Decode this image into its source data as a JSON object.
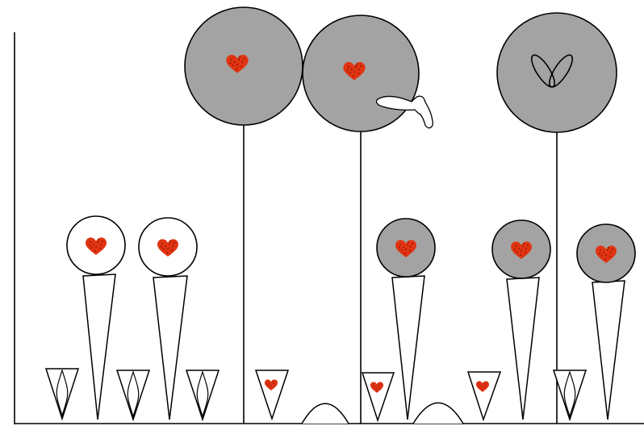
{
  "colors": {
    "background": "#ffffff",
    "line": "#000000",
    "disc_gray": "#a3a3a3",
    "disc_white": "#ffffff",
    "heart": "#e03412",
    "heart_dots": "#8a1200"
  },
  "diagram": {
    "axes": [
      "vertical-axis-line",
      "baseline-axis-line"
    ],
    "tall_stems": [
      {
        "disc": "gray",
        "icon": "heart-icon"
      },
      {
        "disc": "gray",
        "icon": "heart-icon",
        "attachment": "pipe-bone-icon"
      },
      {
        "disc": "gray",
        "icon": "leaf-pair-icon"
      }
    ],
    "cone_stems": [
      {
        "disc": "white",
        "icon": "heart-icon"
      },
      {
        "disc": "white",
        "icon": "heart-icon"
      },
      {
        "disc": "gray",
        "icon": "heart-icon"
      },
      {
        "disc": "gray",
        "icon": "heart-icon"
      },
      {
        "disc": "gray",
        "icon": "heart-icon"
      }
    ],
    "small_triangles": [
      {
        "icon": "seed-icon"
      },
      {
        "icon": "seed-icon"
      },
      {
        "icon": "seed-icon"
      },
      {
        "icon": "heart-icon"
      },
      {
        "icon": "heart-icon"
      },
      {
        "icon": "heart-icon"
      },
      {
        "icon": "seed-icon"
      }
    ],
    "mounds": 2
  }
}
